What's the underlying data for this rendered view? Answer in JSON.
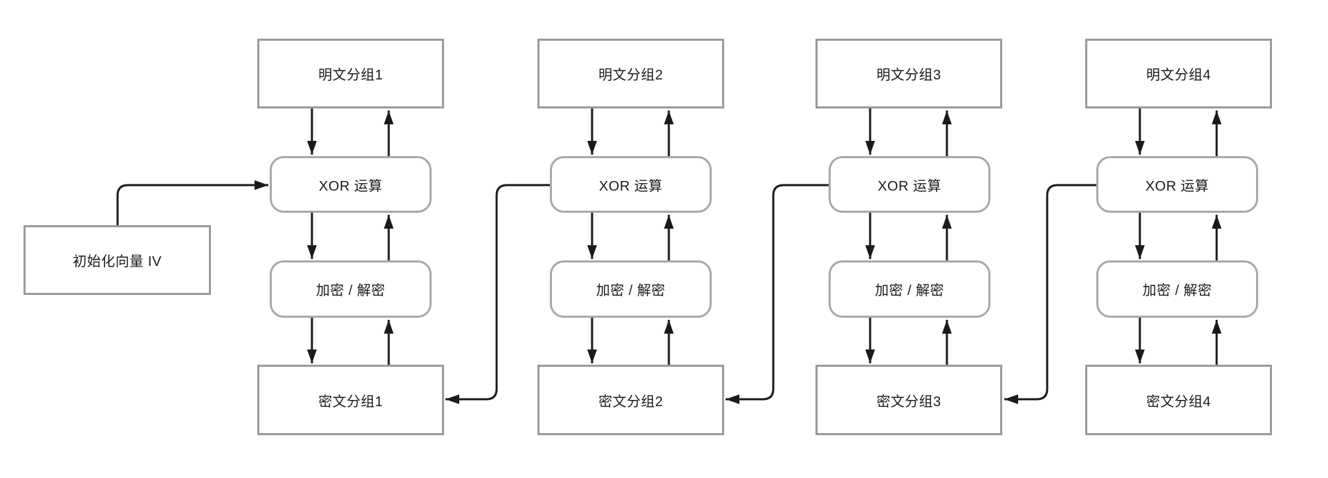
{
  "diagram_type": "block-cipher-cbc-flow",
  "iv": {
    "label": "初始化向量 IV"
  },
  "columns": [
    {
      "plaintext": "明文分组1",
      "xor_label": "XOR 运算",
      "crypt_label": "加密 / 解密",
      "ciphertext": "密文分组1"
    },
    {
      "plaintext": "明文分组2",
      "xor_label": "XOR 运算",
      "crypt_label": "加密 / 解密",
      "ciphertext": "密文分组2"
    },
    {
      "plaintext": "明文分组3",
      "xor_label": "XOR 运算",
      "crypt_label": "加密 / 解密",
      "ciphertext": "密文分组3"
    },
    {
      "plaintext": "明文分组4",
      "xor_label": "XOR 运算",
      "crypt_label": "加密 / 解密",
      "ciphertext": "密文分组4"
    }
  ],
  "style": {
    "background": "#ffffff",
    "line_color": "#1a1a1a",
    "rect_border_color": "#9a9a9a",
    "rounded_border_color": "#a8a8a8",
    "box_fill": "#ffffff",
    "text_color": "#1a1a1a"
  }
}
